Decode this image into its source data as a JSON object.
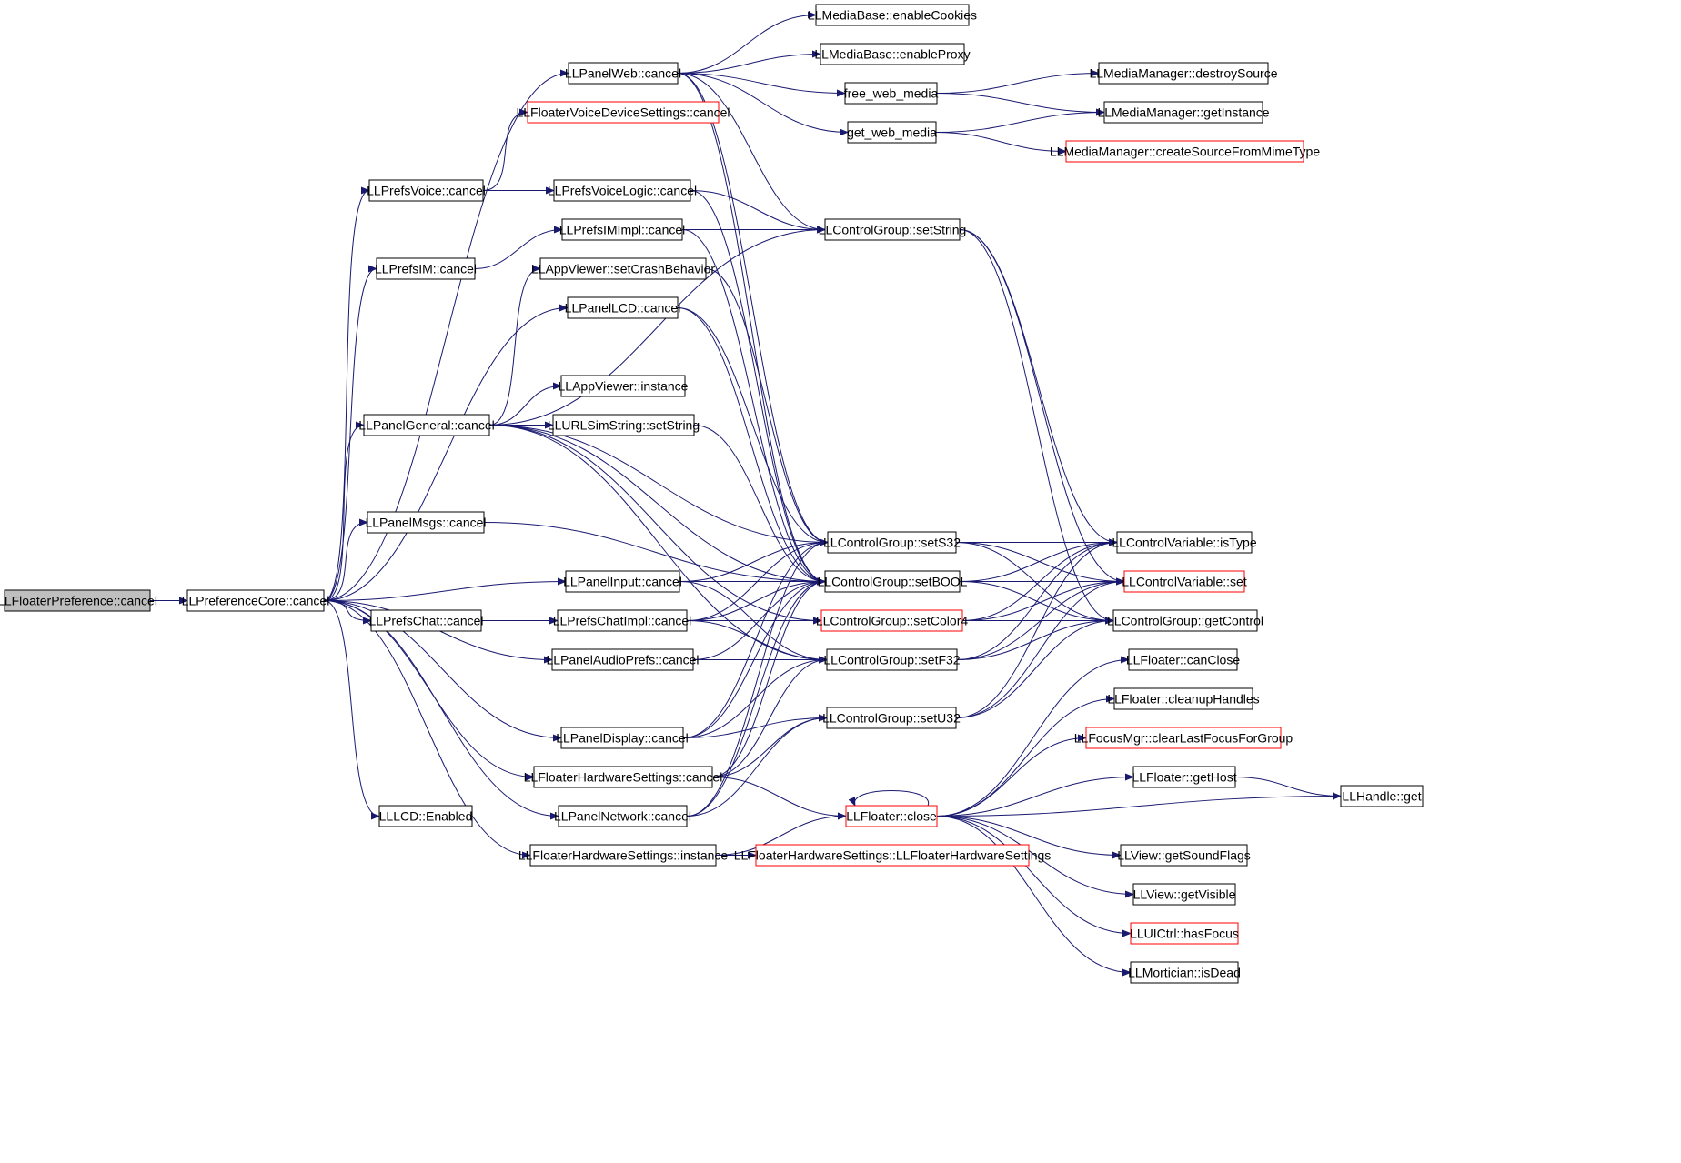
{
  "graph": {
    "colors": {
      "edge": "#191970",
      "border_normal": "#000000",
      "border_truncated": "#ff0000",
      "fill_normal": "#ffffff",
      "fill_root": "#bfbfbf",
      "text": "#000000"
    },
    "nodes": [
      {
        "id": "root",
        "label": "LLFloaterPreference::cancel",
        "style": "root"
      },
      {
        "id": "core",
        "label": "LLPreferenceCore::cancel",
        "style": "normal"
      },
      {
        "id": "panelweb",
        "label": "LLPanelWeb::cancel",
        "style": "normal"
      },
      {
        "id": "fvoicedev",
        "label": "LLFloaterVoiceDeviceSettings::cancel",
        "style": "truncated"
      },
      {
        "id": "prefsvoice",
        "label": "LLPrefsVoice::cancel",
        "style": "normal"
      },
      {
        "id": "prefsvoicelogic",
        "label": "LLPrefsVoiceLogic::cancel",
        "style": "normal"
      },
      {
        "id": "prefsimimpl",
        "label": "LLPrefsIMImpl::cancel",
        "style": "normal"
      },
      {
        "id": "prefsim",
        "label": "LLPrefsIM::cancel",
        "style": "normal"
      },
      {
        "id": "setcrash",
        "label": "LLAppViewer::setCrashBehavior",
        "style": "normal"
      },
      {
        "id": "panellcd",
        "label": "LLPanelLCD::cancel",
        "style": "normal"
      },
      {
        "id": "appinst",
        "label": "LLAppViewer::instance",
        "style": "normal"
      },
      {
        "id": "panelgeneral",
        "label": "LLPanelGeneral::cancel",
        "style": "normal"
      },
      {
        "id": "urlsim",
        "label": "LLURLSimString::setString",
        "style": "normal"
      },
      {
        "id": "panelmsgs",
        "label": "LLPanelMsgs::cancel",
        "style": "normal"
      },
      {
        "id": "panelinput",
        "label": "LLPanelInput::cancel",
        "style": "normal"
      },
      {
        "id": "prefschat",
        "label": "LLPrefsChat::cancel",
        "style": "normal"
      },
      {
        "id": "prefschatimpl",
        "label": "LLPrefsChatImpl::cancel",
        "style": "normal"
      },
      {
        "id": "audioprefs",
        "label": "LLPanelAudioPrefs::cancel",
        "style": "normal"
      },
      {
        "id": "paneldisplay",
        "label": "LLPanelDisplay::cancel",
        "style": "normal"
      },
      {
        "id": "fhwcancel",
        "label": "LLFloaterHardwareSettings::cancel",
        "style": "normal"
      },
      {
        "id": "lcdenabled",
        "label": "LLLCD::Enabled",
        "style": "normal"
      },
      {
        "id": "panelnetwork",
        "label": "LLPanelNetwork::cancel",
        "style": "normal"
      },
      {
        "id": "fhwinstance",
        "label": "LLFloaterHardwareSettings::instance",
        "style": "normal"
      },
      {
        "id": "enablecookies",
        "label": "LLMediaBase::enableCookies",
        "style": "normal"
      },
      {
        "id": "enableproxy",
        "label": "LLMediaBase::enableProxy",
        "style": "normal"
      },
      {
        "id": "freeweb",
        "label": "free_web_media",
        "style": "normal"
      },
      {
        "id": "getweb",
        "label": "get_web_media",
        "style": "normal"
      },
      {
        "id": "setstring",
        "label": "LLControlGroup::setString",
        "style": "normal"
      },
      {
        "id": "sets32",
        "label": "LLControlGroup::setS32",
        "style": "normal"
      },
      {
        "id": "setbool",
        "label": "LLControlGroup::setBOOL",
        "style": "normal"
      },
      {
        "id": "setcolor4",
        "label": "LLControlGroup::setColor4",
        "style": "truncated"
      },
      {
        "id": "setf32",
        "label": "LLControlGroup::setF32",
        "style": "normal"
      },
      {
        "id": "setu32",
        "label": "LLControlGroup::setU32",
        "style": "normal"
      },
      {
        "id": "fclose",
        "label": "LLFloater::close",
        "style": "truncated"
      },
      {
        "id": "fhwctor",
        "label": "LLFloaterHardwareSettings::LLFloaterHardwareSettings",
        "style": "truncated"
      },
      {
        "id": "destroysrc",
        "label": "LLMediaManager::destroySource",
        "style": "normal"
      },
      {
        "id": "mmgetinst",
        "label": "LLMediaManager::getInstance",
        "style": "normal"
      },
      {
        "id": "createsrc",
        "label": "LLMediaManager::createSourceFromMimeType",
        "style": "truncated"
      },
      {
        "id": "istype",
        "label": "LLControlVariable::isType",
        "style": "normal"
      },
      {
        "id": "cvset",
        "label": "LLControlVariable::set",
        "style": "truncated"
      },
      {
        "id": "getcontrol",
        "label": "LLControlGroup::getControl",
        "style": "normal"
      },
      {
        "id": "canclose",
        "label": "LLFloater::canClose",
        "style": "normal"
      },
      {
        "id": "cleanup",
        "label": "LLFloater::cleanupHandles",
        "style": "normal"
      },
      {
        "id": "clearfocus",
        "label": "LLFocusMgr::clearLastFocusForGroup",
        "style": "truncated"
      },
      {
        "id": "gethost",
        "label": "LLFloater::getHost",
        "style": "normal"
      },
      {
        "id": "soundflags",
        "label": "LLView::getSoundFlags",
        "style": "normal"
      },
      {
        "id": "getvisible",
        "label": "LLView::getVisible",
        "style": "normal"
      },
      {
        "id": "hasfocus",
        "label": "LLUICtrl::hasFocus",
        "style": "truncated"
      },
      {
        "id": "isdead",
        "label": "LLMortician::isDead",
        "style": "normal"
      },
      {
        "id": "handleget",
        "label": "LLHandle::get",
        "style": "normal"
      }
    ],
    "edges": [
      [
        "root",
        "core"
      ],
      [
        "core",
        "panelweb"
      ],
      [
        "core",
        "prefsvoice"
      ],
      [
        "core",
        "prefsim"
      ],
      [
        "core",
        "panellcd"
      ],
      [
        "core",
        "panelgeneral"
      ],
      [
        "core",
        "panelmsgs"
      ],
      [
        "core",
        "panelinput"
      ],
      [
        "core",
        "prefschat"
      ],
      [
        "core",
        "audioprefs"
      ],
      [
        "core",
        "paneldisplay"
      ],
      [
        "core",
        "fhwcancel"
      ],
      [
        "core",
        "lcdenabled"
      ],
      [
        "core",
        "panelnetwork"
      ],
      [
        "core",
        "fhwinstance"
      ],
      [
        "panelweb",
        "enablecookies"
      ],
      [
        "panelweb",
        "enableproxy"
      ],
      [
        "panelweb",
        "freeweb"
      ],
      [
        "panelweb",
        "getweb"
      ],
      [
        "panelweb",
        "setstring"
      ],
      [
        "panelweb",
        "sets32"
      ],
      [
        "panelweb",
        "setbool"
      ],
      [
        "prefsvoice",
        "fvoicedev"
      ],
      [
        "prefsvoice",
        "prefsvoicelogic"
      ],
      [
        "prefsvoicelogic",
        "setstring"
      ],
      [
        "prefsvoicelogic",
        "setbool"
      ],
      [
        "prefsim",
        "prefsimimpl"
      ],
      [
        "prefsimimpl",
        "setstring"
      ],
      [
        "prefsimimpl",
        "setbool"
      ],
      [
        "setcrash",
        "sets32"
      ],
      [
        "panellcd",
        "sets32"
      ],
      [
        "panellcd",
        "setbool"
      ],
      [
        "panelgeneral",
        "setcrash"
      ],
      [
        "panelgeneral",
        "appinst"
      ],
      [
        "panelgeneral",
        "urlsim"
      ],
      [
        "panelgeneral",
        "setstring"
      ],
      [
        "panelgeneral",
        "sets32"
      ],
      [
        "panelgeneral",
        "setbool"
      ],
      [
        "panelgeneral",
        "setcolor4"
      ],
      [
        "panelgeneral",
        "setf32"
      ],
      [
        "urlsim",
        "setbool"
      ],
      [
        "panelmsgs",
        "setbool"
      ],
      [
        "panelinput",
        "sets32"
      ],
      [
        "panelinput",
        "setbool"
      ],
      [
        "panelinput",
        "setf32"
      ],
      [
        "prefschat",
        "prefschatimpl"
      ],
      [
        "prefschatimpl",
        "sets32"
      ],
      [
        "prefschatimpl",
        "setbool"
      ],
      [
        "prefschatimpl",
        "setcolor4"
      ],
      [
        "prefschatimpl",
        "setf32"
      ],
      [
        "audioprefs",
        "setbool"
      ],
      [
        "audioprefs",
        "setf32"
      ],
      [
        "paneldisplay",
        "sets32"
      ],
      [
        "paneldisplay",
        "setbool"
      ],
      [
        "paneldisplay",
        "setf32"
      ],
      [
        "paneldisplay",
        "setu32"
      ],
      [
        "fhwcancel",
        "setbool"
      ],
      [
        "fhwcancel",
        "setf32"
      ],
      [
        "fhwcancel",
        "setu32"
      ],
      [
        "fhwcancel",
        "fclose"
      ],
      [
        "panelnetwork",
        "sets32"
      ],
      [
        "panelnetwork",
        "setbool"
      ],
      [
        "panelnetwork",
        "setu32"
      ],
      [
        "fhwinstance",
        "fclose"
      ],
      [
        "fhwinstance",
        "fhwctor"
      ],
      [
        "freeweb",
        "destroysrc"
      ],
      [
        "freeweb",
        "mmgetinst"
      ],
      [
        "getweb",
        "mmgetinst"
      ],
      [
        "getweb",
        "createsrc"
      ],
      [
        "setstring",
        "istype"
      ],
      [
        "setstring",
        "cvset"
      ],
      [
        "setstring",
        "getcontrol"
      ],
      [
        "sets32",
        "istype"
      ],
      [
        "sets32",
        "cvset"
      ],
      [
        "sets32",
        "getcontrol"
      ],
      [
        "setbool",
        "istype"
      ],
      [
        "setbool",
        "cvset"
      ],
      [
        "setbool",
        "getcontrol"
      ],
      [
        "setcolor4",
        "istype"
      ],
      [
        "setcolor4",
        "cvset"
      ],
      [
        "setcolor4",
        "getcontrol"
      ],
      [
        "setf32",
        "istype"
      ],
      [
        "setf32",
        "cvset"
      ],
      [
        "setf32",
        "getcontrol"
      ],
      [
        "setu32",
        "istype"
      ],
      [
        "setu32",
        "cvset"
      ],
      [
        "setu32",
        "getcontrol"
      ],
      [
        "fclose",
        "fclose"
      ],
      [
        "fclose",
        "canclose"
      ],
      [
        "fclose",
        "cleanup"
      ],
      [
        "fclose",
        "clearfocus"
      ],
      [
        "fclose",
        "gethost"
      ],
      [
        "fclose",
        "soundflags"
      ],
      [
        "fclose",
        "getvisible"
      ],
      [
        "fclose",
        "hasfocus"
      ],
      [
        "fclose",
        "isdead"
      ],
      [
        "fclose",
        "handleget"
      ],
      [
        "gethost",
        "handleget"
      ]
    ]
  }
}
